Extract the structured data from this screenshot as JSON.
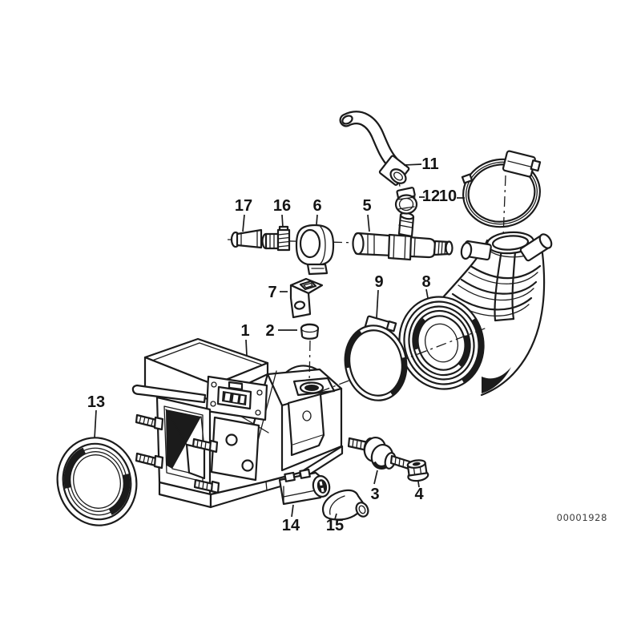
{
  "document_number": "00001928",
  "colors": {
    "background": "#ffffff",
    "ink": "#1b1b1b",
    "watermark_ink": "#3a3a3a"
  },
  "part_labels": [
    "1",
    "2",
    "3",
    "4",
    "5",
    "6",
    "7",
    "8",
    "9",
    "10",
    "11",
    "12",
    "13",
    "14",
    "15",
    "16",
    "17"
  ]
}
